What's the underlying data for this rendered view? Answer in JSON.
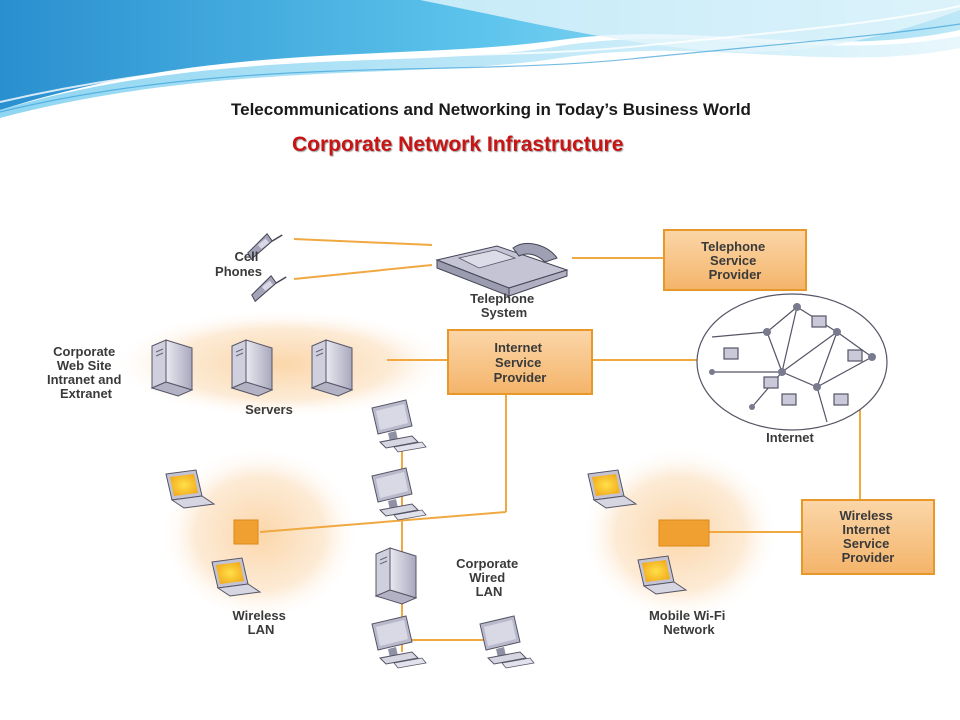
{
  "slide": {
    "subtitle": "Telecommunications and Networking in Today’s Business World",
    "title": "Corporate Network Infrastructure"
  },
  "colors": {
    "accent_title": "#c81414",
    "wire": "#f0a840",
    "box_fill": "#f8c488",
    "box_border": "#e89828",
    "glow": "#fbe3c4",
    "label": "#3a3a3a",
    "wave_blue": "#6cc6ea"
  },
  "diagram": {
    "cell_phones_label": [
      "Cell",
      "Phones"
    ],
    "telephone_system_label": [
      "Telephone",
      "System"
    ],
    "telephone_provider_label": [
      "Telephone",
      "Service",
      "Provider"
    ],
    "corporate_site_label": [
      "Corporate",
      "Web Site",
      "Intranet and",
      "Extranet"
    ],
    "servers_label": [
      "Servers"
    ],
    "isp_label": [
      "Internet",
      "Service",
      "Provider"
    ],
    "internet_label": [
      "Internet"
    ],
    "wireless_isp_label": [
      "Wireless",
      "Internet",
      "Service",
      "Provider"
    ],
    "wired_lan_label": [
      "Corporate",
      "Wired",
      "LAN"
    ],
    "wireless_lan_label": [
      "Wireless",
      "LAN"
    ],
    "mobile_wifi_label": [
      "Mobile Wi-Fi",
      "Network"
    ]
  },
  "icons": {
    "cell_phone": "cell-phone-icon",
    "telephone": "desk-telephone-icon",
    "server": "server-icon",
    "desktop": "desktop-computer-icon",
    "laptop": "laptop-icon",
    "access_point": "access-point-icon",
    "internet": "internet-globe-icon"
  }
}
